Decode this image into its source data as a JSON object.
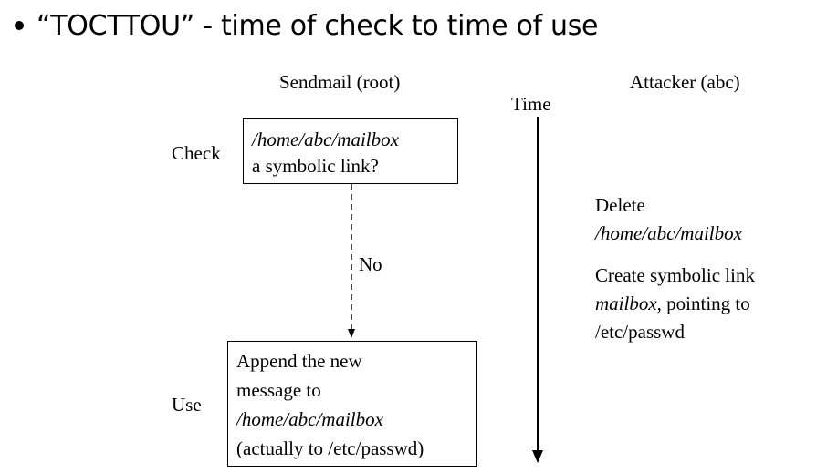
{
  "bullet": {
    "text": "“TOCTTOU” - time of check to time of use"
  },
  "headers": {
    "sendmail": "Sendmail (root)",
    "time": "Time",
    "attacker": "Attacker (abc)"
  },
  "check": {
    "label": "Check",
    "line1": "/home/abc/mailbox",
    "line2": "a symbolic link?"
  },
  "no_label": "No",
  "use": {
    "label": "Use",
    "line1": "Append the new",
    "line2": "message to",
    "line3": "/home/abc/mailbox",
    "line4": "(actually to /etc/passwd)"
  },
  "attacker_actions": {
    "delete_line1": "Delete",
    "delete_line2": "/home/abc/mailbox",
    "create_line1": "Create symbolic link",
    "create_line2_italic": "mailbox",
    "create_line2_rest": ", pointing to",
    "create_line3": "/etc/passwd"
  }
}
